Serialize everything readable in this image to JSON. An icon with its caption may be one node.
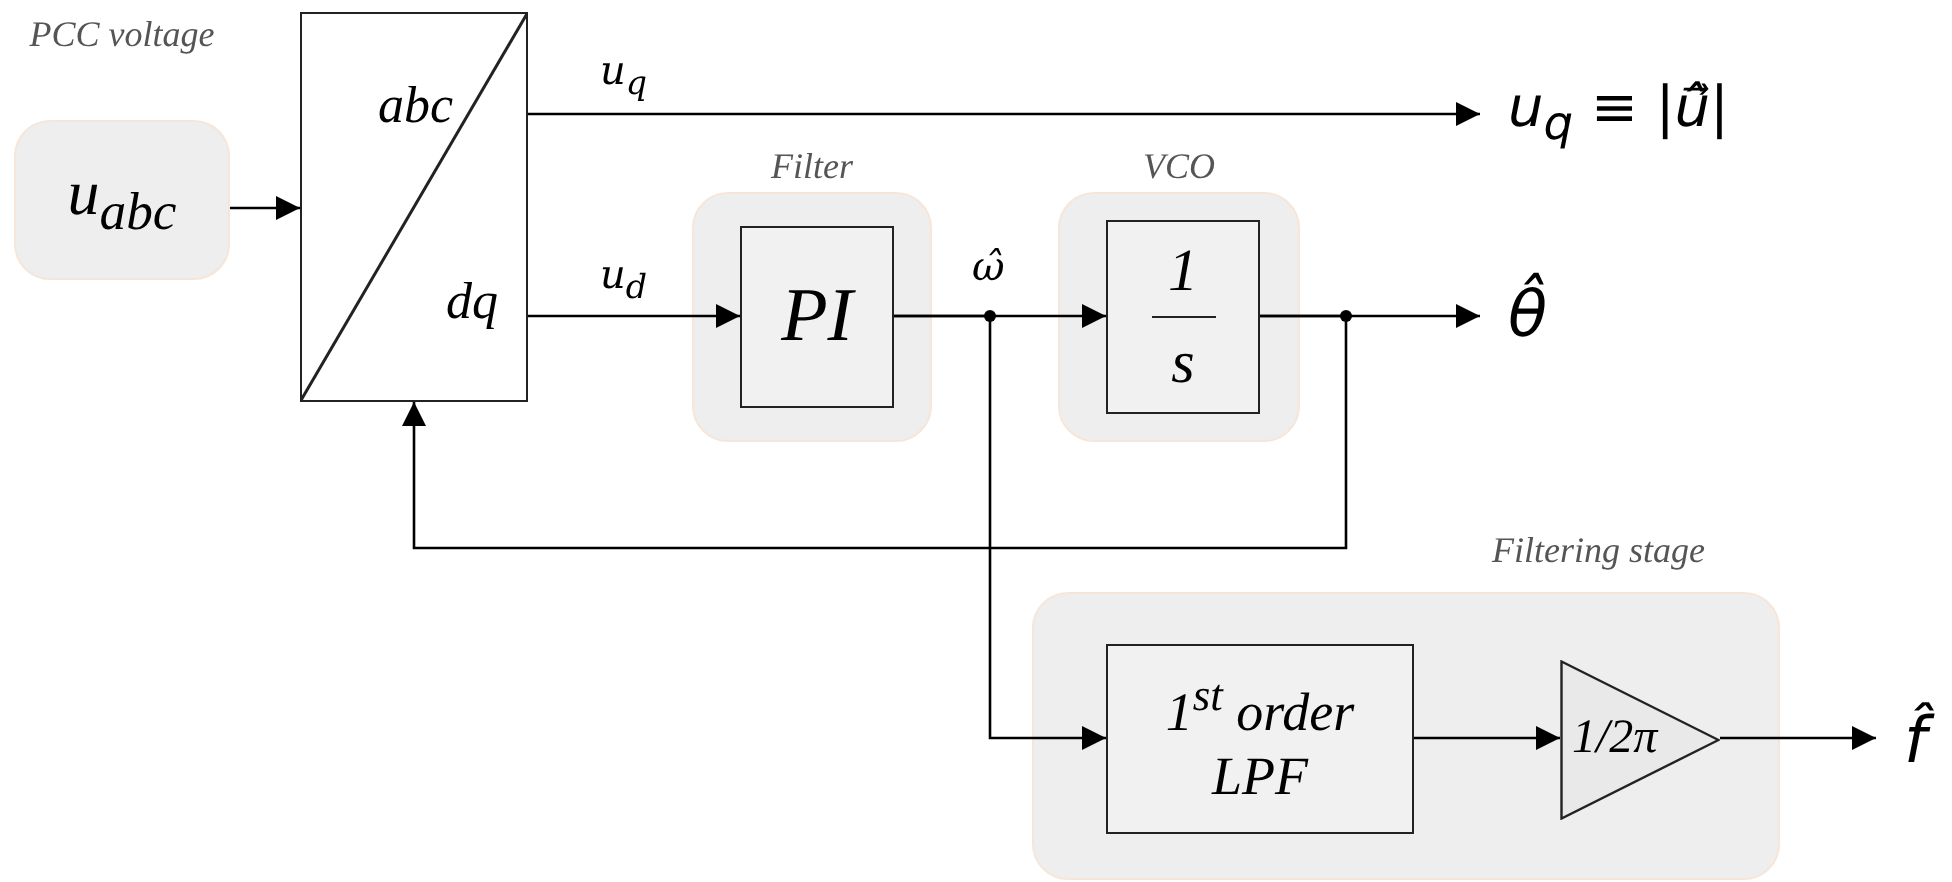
{
  "diagram": {
    "nodes": [
      {
        "text": [
          "PCC voltage",
          "u$_{abc}$"
        ]
      },
      {
        "text": [
          "abc",
          "dq"
        ]
      },
      {
        "text": [
          "Filter"
        ]
      },
      {
        "text": [
          "PI"
        ],
        "in": 2
      },
      {
        "text": [
          "VCO"
        ]
      },
      {
        "text": [
          "1",
          "s"
        ],
        "in": 4
      },
      {
        "text": [
          "Filtering stage"
        ]
      },
      {
        "text": [
          "1$^{st}$ order LPF"
        ],
        "in": 6
      },
      {
        "text": [
          "1/2π"
        ],
        "in": 6
      },
      {
        "text": [
          "u$_{q}$ ≡ |u⃗̂|"
        ]
      },
      {
        "text": [
          "θ̂"
        ]
      },
      {
        "text": [
          "f̂"
        ]
      }
    ],
    "edges": [
      {
        "from": 0,
        "to": 1,
        "arrow": "to"
      },
      {
        "from": 1,
        "to": 9,
        "arrow": "to",
        "label": "u$_{q}$"
      },
      {
        "from": 1,
        "to": 3,
        "arrow": "to",
        "label": "u$_{d}$"
      },
      {
        "from": 3,
        "to": 5,
        "arrow": "to",
        "label": "ω̂"
      },
      {
        "from": 3,
        "to": 7,
        "arrow": "to"
      },
      {
        "from": 5,
        "to": 10,
        "arrow": "to"
      },
      {
        "from": 5,
        "to": 1,
        "arrow": "to"
      },
      {
        "from": 7,
        "to": 8,
        "arrow": "to"
      },
      {
        "from": 8,
        "to": 11,
        "arrow": "to"
      }
    ]
  }
}
